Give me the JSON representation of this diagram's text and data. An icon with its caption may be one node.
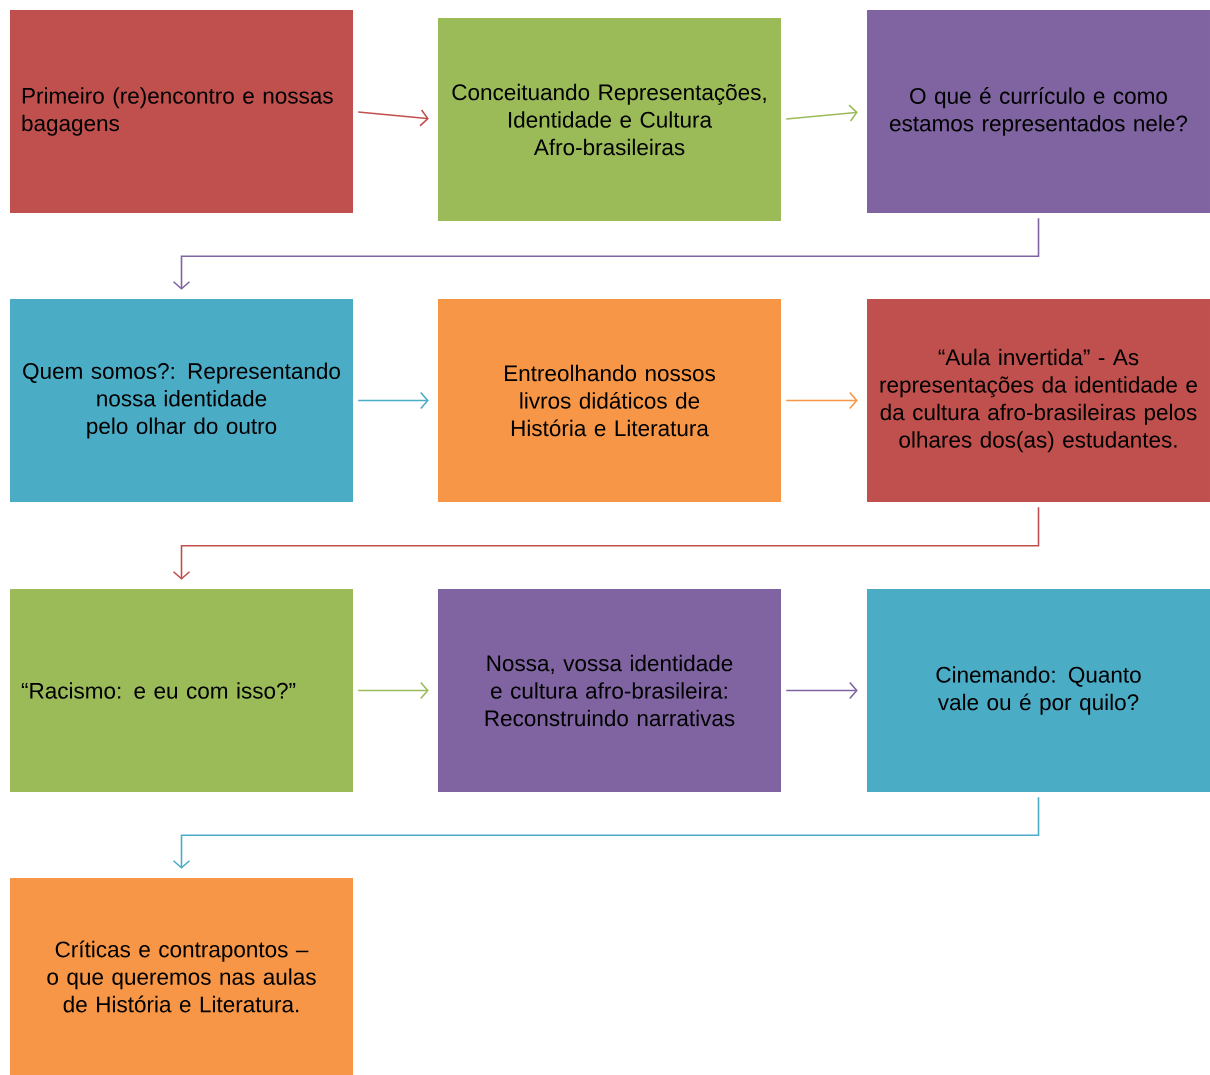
{
  "diagram": {
    "nodes": [
      {
        "text": [
          "Primeiro (re)encontro e nossas bagagens"
        ]
      },
      {
        "text": [
          "Conceituando Representações, Identidade e Cultura Afro-brasileiras"
        ]
      },
      {
        "text": [
          "O que é currículo e como estamos representados nele?"
        ]
      },
      {
        "text": [
          "Quem somos?: Representando nossa identidade pelo olhar do outro"
        ]
      },
      {
        "text": [
          "Entreolhando nossos livros didáticos de História e Literatura"
        ]
      },
      {
        "text": [
          "“Aula invertida” - As representações da identidade e da cultura afro-brasileiras pelos olhares dos(as) estudantes."
        ]
      },
      {
        "text": [
          "“Racismo: e eu com isso?”"
        ]
      },
      {
        "text": [
          "Nossa, vossa identidade e cultura afro-brasileira: Reconstruindo narrativas"
        ]
      },
      {
        "text": [
          "Cinemando: Quanto vale ou é por quilo?"
        ]
      },
      {
        "text": [
          "Críticas e contrapontos – o que queremos nas aulas de História e Literatura."
        ]
      }
    ],
    "edges": [
      {
        "from": 0,
        "to": 1,
        "arrow": "to",
        "color": "#c0504d"
      },
      {
        "from": 1,
        "to": 2,
        "arrow": "to",
        "color": "#9bbb59"
      },
      {
        "from": 2,
        "to": 3,
        "arrow": "to",
        "color": "#8064a2"
      },
      {
        "from": 3,
        "to": 4,
        "arrow": "to",
        "color": "#4bacc6"
      },
      {
        "from": 4,
        "to": 5,
        "arrow": "to",
        "color": "#f79646"
      },
      {
        "from": 5,
        "to": 6,
        "arrow": "to",
        "color": "#c0504d"
      },
      {
        "from": 6,
        "to": 7,
        "arrow": "to",
        "color": "#9bbb59"
      },
      {
        "from": 7,
        "to": 8,
        "arrow": "to",
        "color": "#8064a2"
      },
      {
        "from": 8,
        "to": 9,
        "arrow": "to",
        "color": "#4bacc6"
      }
    ]
  }
}
